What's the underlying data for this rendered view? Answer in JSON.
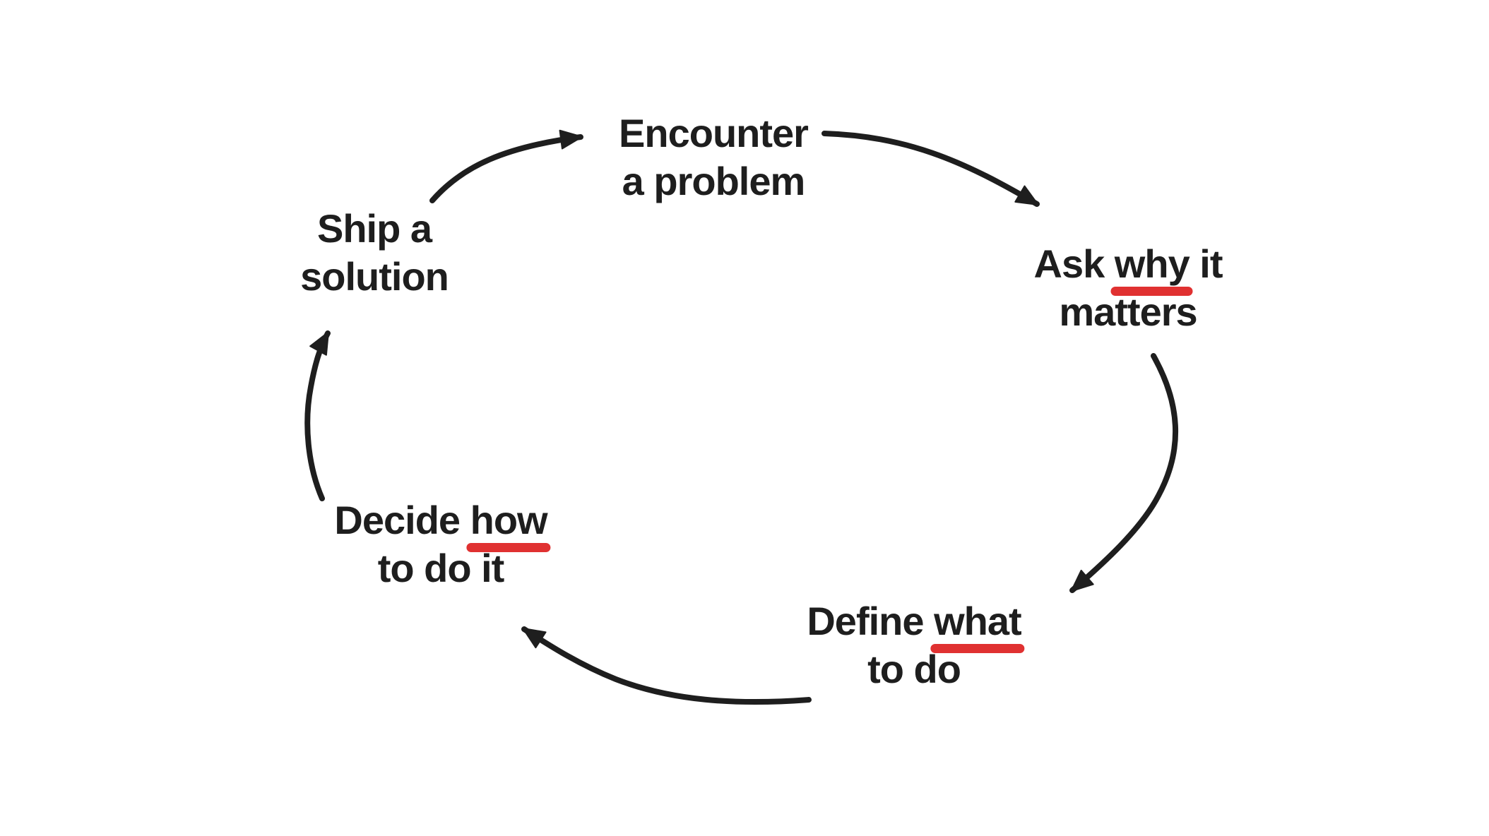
{
  "colors": {
    "background": "#ffffff",
    "ink": "#1e1e1e",
    "accent_red": "#e03131"
  },
  "diagram": {
    "type": "cycle",
    "style": "hand-drawn whiteboard sketch",
    "nodes": {
      "encounter": {
        "line1": "Encounter",
        "line2": "a problem"
      },
      "ask": {
        "pre": "Ask ",
        "emphasis": "why",
        "post": " it",
        "line2": "matters"
      },
      "define": {
        "pre": "Define ",
        "emphasis": "what",
        "post": "",
        "line2": "to do"
      },
      "decide": {
        "pre": "Decide ",
        "emphasis": "how",
        "post": "",
        "line2": "to do it"
      },
      "ship": {
        "line1": "Ship a",
        "line2": "solution"
      }
    },
    "emphasized_words": [
      "why",
      "what",
      "how"
    ],
    "edges": [
      {
        "from": "ship-a-solution",
        "to": "encounter-a-problem"
      },
      {
        "from": "encounter-a-problem",
        "to": "ask-why-it-matters"
      },
      {
        "from": "ask-why-it-matters",
        "to": "define-what-to-do"
      },
      {
        "from": "define-what-to-do",
        "to": "decide-how-to-do-it"
      },
      {
        "from": "decide-how-to-do-it",
        "to": "ship-a-solution"
      }
    ]
  }
}
